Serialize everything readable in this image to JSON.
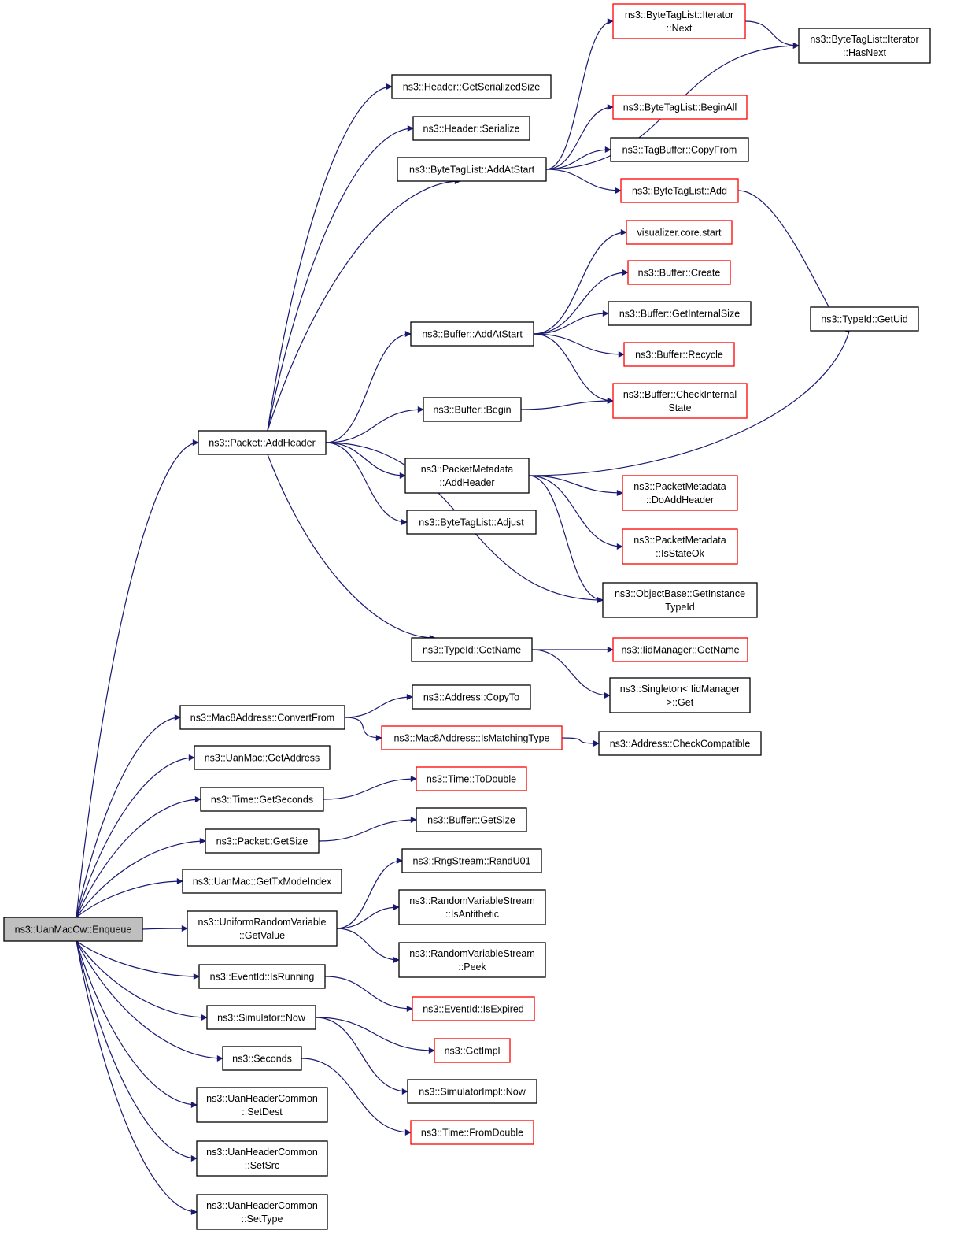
{
  "colors": {
    "edge": "#191970",
    "normal_border": "#000000",
    "truncated_border": "#ff0000",
    "root_fill": "#bfbfbf"
  },
  "nodes": {
    "root": {
      "lines": [
        "ns3::UanMacCw::Enqueue"
      ],
      "kind": "root"
    },
    "addHeader": {
      "lines": [
        "ns3::Packet::AddHeader"
      ],
      "kind": "normal"
    },
    "hdrSerSize": {
      "lines": [
        "ns3::Header::GetSerializedSize"
      ],
      "kind": "normal"
    },
    "hdrSerialize": {
      "lines": [
        "ns3::Header::Serialize"
      ],
      "kind": "normal"
    },
    "btlAddAtStart": {
      "lines": [
        "ns3::ByteTagList::AddAtStart"
      ],
      "kind": "normal"
    },
    "btlIterNext": {
      "lines": [
        "ns3::ByteTagList::Iterator",
        "::Next"
      ],
      "kind": "truncated"
    },
    "btlIterHasNext": {
      "lines": [
        "ns3::ByteTagList::Iterator",
        "::HasNext"
      ],
      "kind": "normal"
    },
    "btlBeginAll": {
      "lines": [
        "ns3::ByteTagList::BeginAll"
      ],
      "kind": "truncated"
    },
    "tagBufCopyFrom": {
      "lines": [
        "ns3::TagBuffer::CopyFrom"
      ],
      "kind": "normal"
    },
    "btlAdd": {
      "lines": [
        "ns3::ByteTagList::Add"
      ],
      "kind": "truncated"
    },
    "typeIdGetUid": {
      "lines": [
        "ns3::TypeId::GetUid"
      ],
      "kind": "normal"
    },
    "vizStart": {
      "lines": [
        "visualizer.core.start"
      ],
      "kind": "truncated"
    },
    "bufCreate": {
      "lines": [
        "ns3::Buffer::Create"
      ],
      "kind": "truncated"
    },
    "bufAddAtStart": {
      "lines": [
        "ns3::Buffer::AddAtStart"
      ],
      "kind": "normal"
    },
    "bufGetInternalSize": {
      "lines": [
        "ns3::Buffer::GetInternalSize"
      ],
      "kind": "normal"
    },
    "bufRecycle": {
      "lines": [
        "ns3::Buffer::Recycle"
      ],
      "kind": "truncated"
    },
    "bufBegin": {
      "lines": [
        "ns3::Buffer::Begin"
      ],
      "kind": "normal"
    },
    "bufCheckInternal": {
      "lines": [
        "ns3::Buffer::CheckInternal",
        "State"
      ],
      "kind": "truncated"
    },
    "pmAddHeader": {
      "lines": [
        "ns3::PacketMetadata",
        "::AddHeader"
      ],
      "kind": "normal"
    },
    "pmDoAddHeader": {
      "lines": [
        "ns3::PacketMetadata",
        "::DoAddHeader"
      ],
      "kind": "truncated"
    },
    "pmIsStateOk": {
      "lines": [
        "ns3::PacketMetadata",
        "::IsStateOk"
      ],
      "kind": "truncated"
    },
    "btlAdjust": {
      "lines": [
        "ns3::ByteTagList::Adjust"
      ],
      "kind": "normal"
    },
    "objGetInstTypeId": {
      "lines": [
        "ns3::ObjectBase::GetInstance",
        "TypeId"
      ],
      "kind": "normal"
    },
    "typeIdGetName": {
      "lines": [
        "ns3::TypeId::GetName"
      ],
      "kind": "normal"
    },
    "iidMgrGetName": {
      "lines": [
        "ns3::IidManager::GetName"
      ],
      "kind": "truncated"
    },
    "singletonGet": {
      "lines": [
        "ns3::Singleton< IidManager",
        ">::Get"
      ],
      "kind": "normal"
    },
    "mac8ConvertFrom": {
      "lines": [
        "ns3::Mac8Address::ConvertFrom"
      ],
      "kind": "normal"
    },
    "addrCopyTo": {
      "lines": [
        "ns3::Address::CopyTo"
      ],
      "kind": "normal"
    },
    "mac8IsMatching": {
      "lines": [
        "ns3::Mac8Address::IsMatchingType"
      ],
      "kind": "truncated"
    },
    "addrCheckCompat": {
      "lines": [
        "ns3::Address::CheckCompatible"
      ],
      "kind": "normal"
    },
    "uanGetAddress": {
      "lines": [
        "ns3::UanMac::GetAddress"
      ],
      "kind": "normal"
    },
    "timeGetSeconds": {
      "lines": [
        "ns3::Time::GetSeconds"
      ],
      "kind": "normal"
    },
    "timeToDouble": {
      "lines": [
        "ns3::Time::ToDouble"
      ],
      "kind": "truncated"
    },
    "pktGetSize": {
      "lines": [
        "ns3::Packet::GetSize"
      ],
      "kind": "normal"
    },
    "bufGetSize": {
      "lines": [
        "ns3::Buffer::GetSize"
      ],
      "kind": "normal"
    },
    "uanGetTxMode": {
      "lines": [
        "ns3::UanMac::GetTxModeIndex"
      ],
      "kind": "normal"
    },
    "urvGetValue": {
      "lines": [
        "ns3::UniformRandomVariable",
        "::GetValue"
      ],
      "kind": "normal"
    },
    "rngRandU01": {
      "lines": [
        "ns3::RngStream::RandU01"
      ],
      "kind": "normal"
    },
    "rvsIsAntithetic": {
      "lines": [
        "ns3::RandomVariableStream",
        "::IsAntithetic"
      ],
      "kind": "normal"
    },
    "rvsPeek": {
      "lines": [
        "ns3::RandomVariableStream",
        "::Peek"
      ],
      "kind": "normal"
    },
    "evIsRunning": {
      "lines": [
        "ns3::EventId::IsRunning"
      ],
      "kind": "normal"
    },
    "evIsExpired": {
      "lines": [
        "ns3::EventId::IsExpired"
      ],
      "kind": "truncated"
    },
    "simNow": {
      "lines": [
        "ns3::Simulator::Now"
      ],
      "kind": "normal"
    },
    "getImpl": {
      "lines": [
        "ns3::GetImpl"
      ],
      "kind": "truncated"
    },
    "simImplNow": {
      "lines": [
        "ns3::SimulatorImpl::Now"
      ],
      "kind": "normal"
    },
    "seconds": {
      "lines": [
        "ns3::Seconds"
      ],
      "kind": "normal"
    },
    "timeFromDouble": {
      "lines": [
        "ns3::Time::FromDouble"
      ],
      "kind": "truncated"
    },
    "uhcSetDest": {
      "lines": [
        "ns3::UanHeaderCommon",
        "::SetDest"
      ],
      "kind": "normal"
    },
    "uhcSetSrc": {
      "lines": [
        "ns3::UanHeaderCommon",
        "::SetSrc"
      ],
      "kind": "normal"
    },
    "uhcSetType": {
      "lines": [
        "ns3::UanHeaderCommon",
        "::SetType"
      ],
      "kind": "normal"
    }
  },
  "edges": [
    [
      "root",
      "addHeader"
    ],
    [
      "root",
      "mac8ConvertFrom"
    ],
    [
      "root",
      "uanGetAddress"
    ],
    [
      "root",
      "timeGetSeconds"
    ],
    [
      "root",
      "pktGetSize"
    ],
    [
      "root",
      "uanGetTxMode"
    ],
    [
      "root",
      "urvGetValue"
    ],
    [
      "root",
      "evIsRunning"
    ],
    [
      "root",
      "simNow"
    ],
    [
      "root",
      "seconds"
    ],
    [
      "root",
      "uhcSetDest"
    ],
    [
      "root",
      "uhcSetSrc"
    ],
    [
      "root",
      "uhcSetType"
    ],
    [
      "addHeader",
      "hdrSerSize"
    ],
    [
      "addHeader",
      "hdrSerialize"
    ],
    [
      "addHeader",
      "btlAddAtStart"
    ],
    [
      "addHeader",
      "bufAddAtStart"
    ],
    [
      "addHeader",
      "bufBegin"
    ],
    [
      "addHeader",
      "pmAddHeader"
    ],
    [
      "addHeader",
      "btlAdjust"
    ],
    [
      "addHeader",
      "objGetInstTypeId"
    ],
    [
      "addHeader",
      "typeIdGetName"
    ],
    [
      "btlAddAtStart",
      "btlIterNext"
    ],
    [
      "btlAddAtStart",
      "btlIterHasNext"
    ],
    [
      "btlAddAtStart",
      "btlBeginAll"
    ],
    [
      "btlAddAtStart",
      "tagBufCopyFrom"
    ],
    [
      "btlAddAtStart",
      "btlAdd"
    ],
    [
      "btlIterNext",
      "btlIterHasNext"
    ],
    [
      "btlAdd",
      "typeIdGetUid"
    ],
    [
      "bufAddAtStart",
      "vizStart"
    ],
    [
      "bufAddAtStart",
      "bufCreate"
    ],
    [
      "bufAddAtStart",
      "bufGetInternalSize"
    ],
    [
      "bufAddAtStart",
      "bufRecycle"
    ],
    [
      "bufAddAtStart",
      "bufCheckInternal"
    ],
    [
      "bufBegin",
      "bufCheckInternal"
    ],
    [
      "pmAddHeader",
      "typeIdGetUid"
    ],
    [
      "pmAddHeader",
      "pmDoAddHeader"
    ],
    [
      "pmAddHeader",
      "pmIsStateOk"
    ],
    [
      "pmAddHeader",
      "objGetInstTypeId"
    ],
    [
      "typeIdGetName",
      "iidMgrGetName"
    ],
    [
      "typeIdGetName",
      "singletonGet"
    ],
    [
      "mac8ConvertFrom",
      "addrCopyTo"
    ],
    [
      "mac8ConvertFrom",
      "mac8IsMatching"
    ],
    [
      "mac8IsMatching",
      "addrCheckCompat"
    ],
    [
      "timeGetSeconds",
      "timeToDouble"
    ],
    [
      "pktGetSize",
      "bufGetSize"
    ],
    [
      "urvGetValue",
      "rngRandU01"
    ],
    [
      "urvGetValue",
      "rvsIsAntithetic"
    ],
    [
      "urvGetValue",
      "rvsPeek"
    ],
    [
      "evIsRunning",
      "evIsExpired"
    ],
    [
      "simNow",
      "getImpl"
    ],
    [
      "simNow",
      "simImplNow"
    ],
    [
      "seconds",
      "timeFromDouble"
    ]
  ]
}
